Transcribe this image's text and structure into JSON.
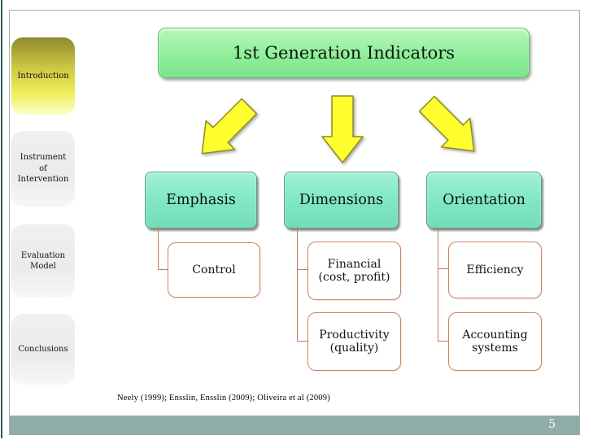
{
  "slide": {
    "title": "1st Generation Indicators",
    "citation": "Neely (1999); Ensslin, Ensslin (2009); Oliveira et al (2009)",
    "page_number": "5"
  },
  "sidebar": {
    "items": [
      {
        "label": "Introduction",
        "active": true
      },
      {
        "label": "Instrument\nof\nIntervention",
        "active": false
      },
      {
        "label": "Evaluation\nModel",
        "active": false
      },
      {
        "label": "Conclusions",
        "active": false
      }
    ]
  },
  "diagram": {
    "arrows": [
      "down-left-arrow",
      "down-arrow",
      "down-right-arrow"
    ],
    "columns": [
      {
        "header": "Emphasis",
        "children": [
          "Control"
        ]
      },
      {
        "header": "Dimensions",
        "children": [
          "Financial\n(cost, profit)",
          "Productivity\n(quality)"
        ]
      },
      {
        "header": "Orientation",
        "children": [
          "Efficiency",
          "Accounting\nsystems"
        ]
      }
    ]
  },
  "colors": {
    "title_box_green": "#90ee9b",
    "category_box_mint": "#7fe6c2",
    "subitem_border_salmon": "#ce8265",
    "connector_salmon": "#c07a5b",
    "arrow_yellow": "#ffff2f",
    "active_nav_yellow": "#efee5c",
    "footer_bar_teal": "#8faca9",
    "frame_border_teal": "#9bb3b1",
    "edge_strip_teal": "#2e5a59"
  }
}
